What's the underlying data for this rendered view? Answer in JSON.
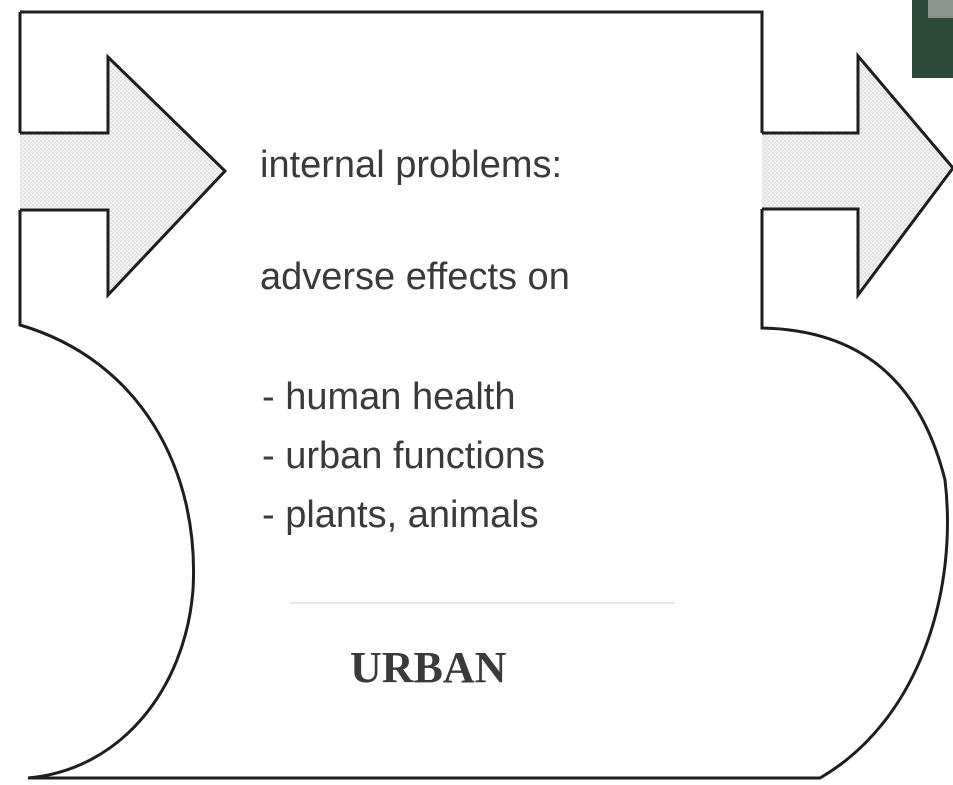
{
  "diagram": {
    "heading": "internal problems:",
    "subheading": "adverse effects on",
    "effects": [
      "- human health",
      "- urban functions",
      "- plants, animals"
    ],
    "section_title": "URBAN",
    "colors": {
      "outline": "#1e1e1e",
      "text": "#3a3a3a",
      "arrow_fill": "#e6e6e6",
      "corner_block": "#2d4b3a"
    }
  }
}
